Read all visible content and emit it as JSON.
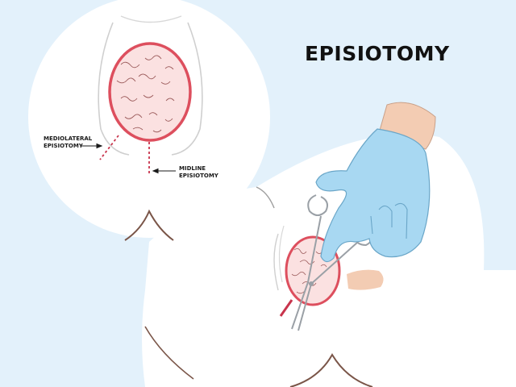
{
  "title": "EPISIOTOMY",
  "labels": {
    "mediolateral": {
      "line1": "MEDIOLATERAL",
      "line2": "EPISIOTOMY"
    },
    "midline": {
      "line1": "MIDLINE",
      "line2": "EPISIOTOMY"
    }
  },
  "colors": {
    "background": "#e3f1fb",
    "skin": "#ffffff",
    "head_fill": "#fbe1e1",
    "head_rim": "#dd4f5e",
    "incision": "#c8344c",
    "glove": "#a8d8f2",
    "wrist": "#f3ccb3"
  }
}
